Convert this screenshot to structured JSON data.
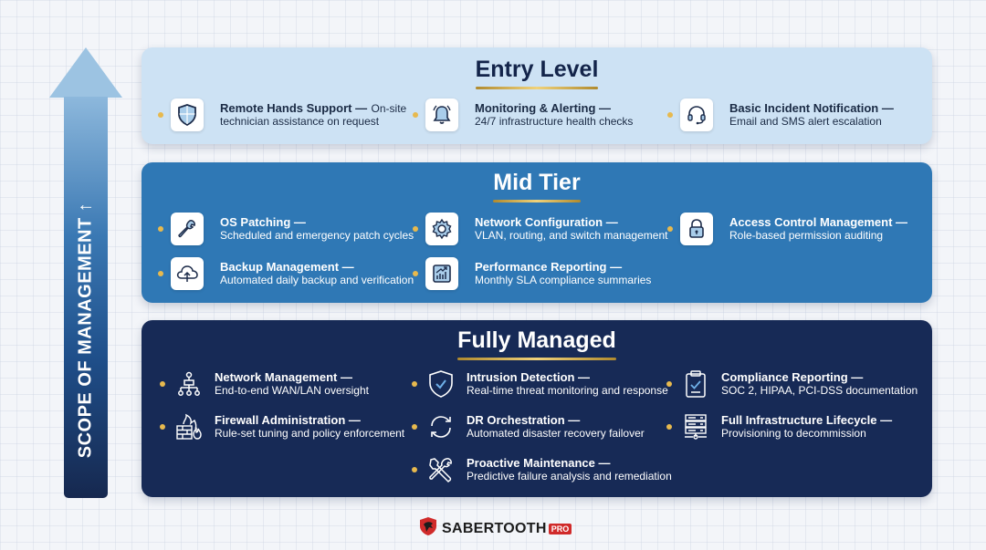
{
  "axis": {
    "label": "SCOPE OF MANAGEMENT ↑"
  },
  "colors": {
    "entry_bg": "#cde2f4",
    "mid_bg": "#2f78b5",
    "full_bg": "#172a56",
    "gold_accent": "#e7b94e",
    "logo_red": "#d02a2a"
  },
  "tiers": [
    {
      "title": "Entry Level",
      "items": [
        {
          "icon": "shield-icon",
          "title": "Remote Hands Support —",
          "desc_inline": "On-site",
          "desc": "technician assistance on request"
        },
        {
          "icon": "bell-icon",
          "title": "Monitoring & Alerting —",
          "desc": "24/7 infrastructure health checks"
        },
        {
          "icon": "headset-icon",
          "title": "Basic Incident Notification —",
          "desc": "Email and SMS alert escalation"
        }
      ]
    },
    {
      "title": "Mid Tier",
      "items": [
        {
          "icon": "wrench-icon",
          "title": "OS Patching —",
          "desc": "Scheduled and emergency patch cycles"
        },
        {
          "icon": "gear-icon",
          "title": "Network Configuration —",
          "desc": "VLAN, routing, and switch management"
        },
        {
          "icon": "lock-icon",
          "title": "Access Control Management —",
          "desc": "Role-based permission auditing"
        },
        {
          "icon": "cloud-upload-icon",
          "title": "Backup Management —",
          "desc": "Automated daily backup and verification"
        },
        {
          "icon": "chart-icon",
          "title": "Performance Reporting —",
          "desc": "Monthly SLA compliance summaries"
        }
      ]
    },
    {
      "title": "Fully Managed",
      "items": [
        {
          "icon": "network-icon",
          "title": "Network Management —",
          "desc": "End-to-end WAN/LAN oversight"
        },
        {
          "icon": "shield-check-icon",
          "title": "Intrusion Detection —",
          "desc": "Real-time threat monitoring and response"
        },
        {
          "icon": "clipboard-check-icon",
          "title": "Compliance Reporting —",
          "desc": "SOC 2, HIPAA, PCI-DSS documentation"
        },
        {
          "icon": "firewall-icon",
          "title": "Firewall Administration —",
          "desc": "Rule-set tuning and policy enforcement"
        },
        {
          "icon": "sync-icon",
          "title": "DR Orchestration —",
          "desc": "Automated disaster recovery failover"
        },
        {
          "icon": "server-icon",
          "title": "Full Infrastructure Lifecycle —",
          "desc": "Provisioning to decommission"
        },
        {
          "icon": "tools-icon",
          "title": "Proactive Maintenance —",
          "desc": "Predictive failure analysis and remediation"
        }
      ]
    }
  ],
  "logo": {
    "name": "SABERTOOTH",
    "badge": "PRO"
  }
}
